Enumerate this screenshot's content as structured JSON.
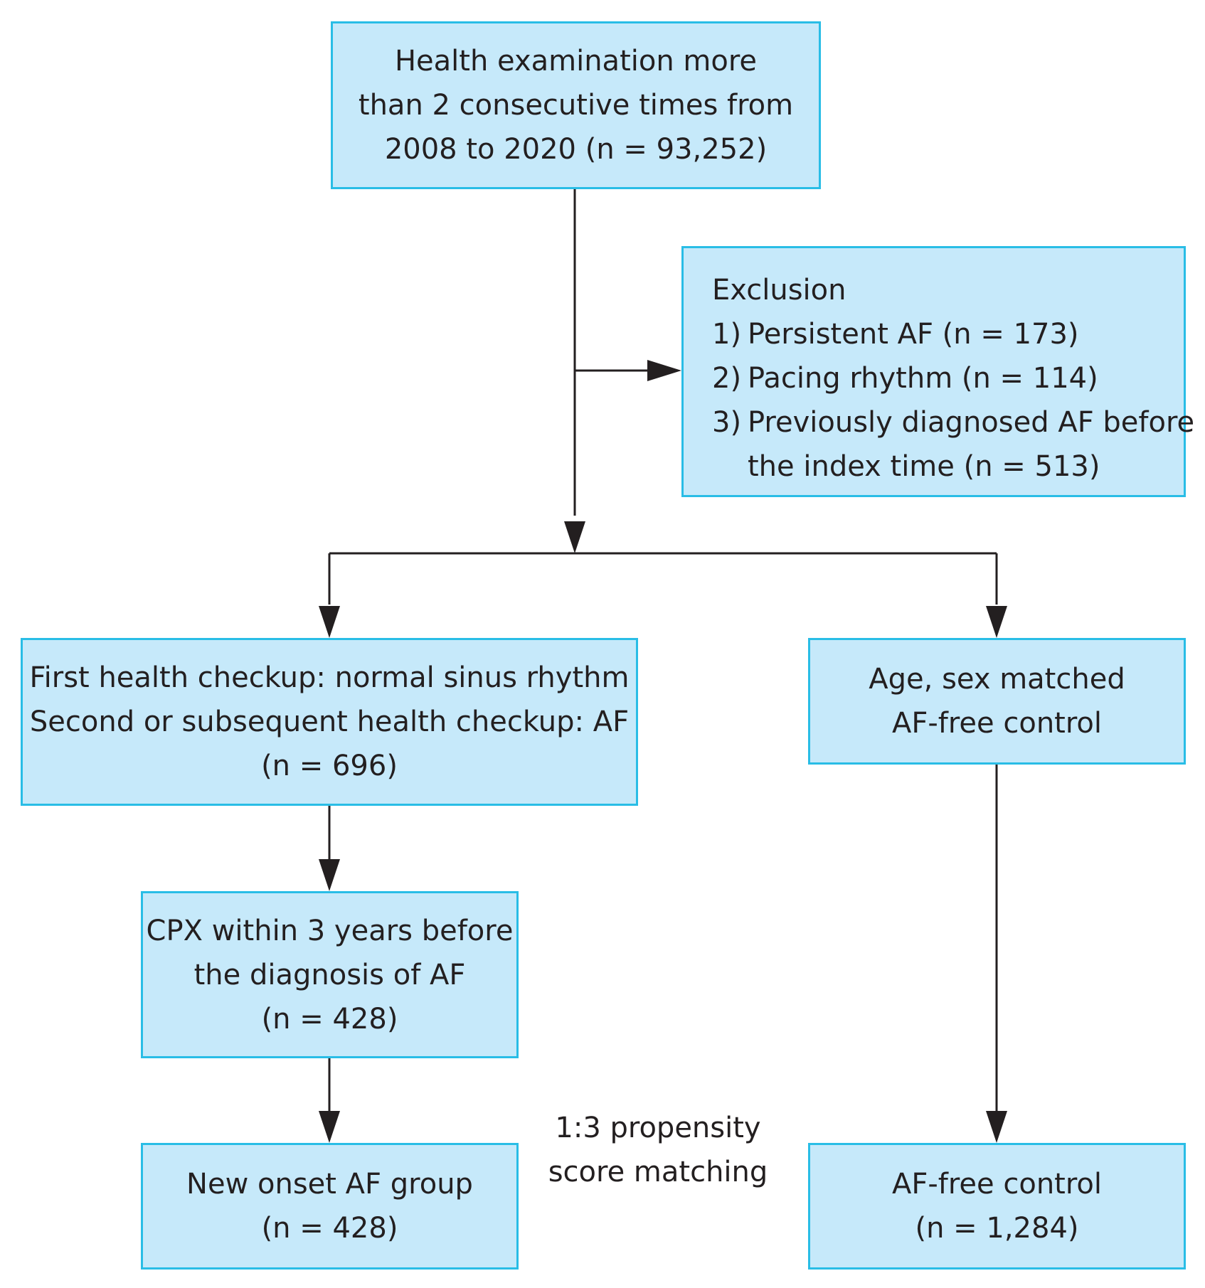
{
  "nodes": {
    "start": {
      "lines": [
        "Health examination more",
        "than 2 consecutive times from",
        "2008 to 2020 (n = 93,252)"
      ]
    },
    "exclusion": {
      "title": "Exclusion",
      "items": [
        {
          "num": "1)",
          "text": "Persistent AF (n = 173)"
        },
        {
          "num": "2)",
          "text": "Pacing rhythm (n = 114)"
        },
        {
          "num": "3)",
          "text": "Previously diagnosed AF before"
        }
      ],
      "continuation": "the index time (n = 513)"
    },
    "af_checkup": {
      "lines": [
        "First health checkup: normal sinus rhythm",
        "Second or subsequent health checkup: AF",
        "(n = 696)"
      ]
    },
    "matched_control": {
      "lines": [
        "Age, sex matched",
        "AF-free control"
      ]
    },
    "cpx": {
      "lines": [
        "CPX within 3 years before",
        "the diagnosis of AF",
        "(n = 428)"
      ]
    },
    "new_onset": {
      "lines": [
        "New onset AF group",
        "(n = 428)"
      ]
    },
    "af_free": {
      "lines": [
        "AF-free control",
        "(n = 1,284)"
      ]
    }
  },
  "annotation": {
    "lines": [
      "1:3 propensity",
      "score matching"
    ]
  },
  "colors": {
    "box_fill": "#c6e9fa",
    "box_border": "#29bde6",
    "arrow": "#231f20"
  }
}
